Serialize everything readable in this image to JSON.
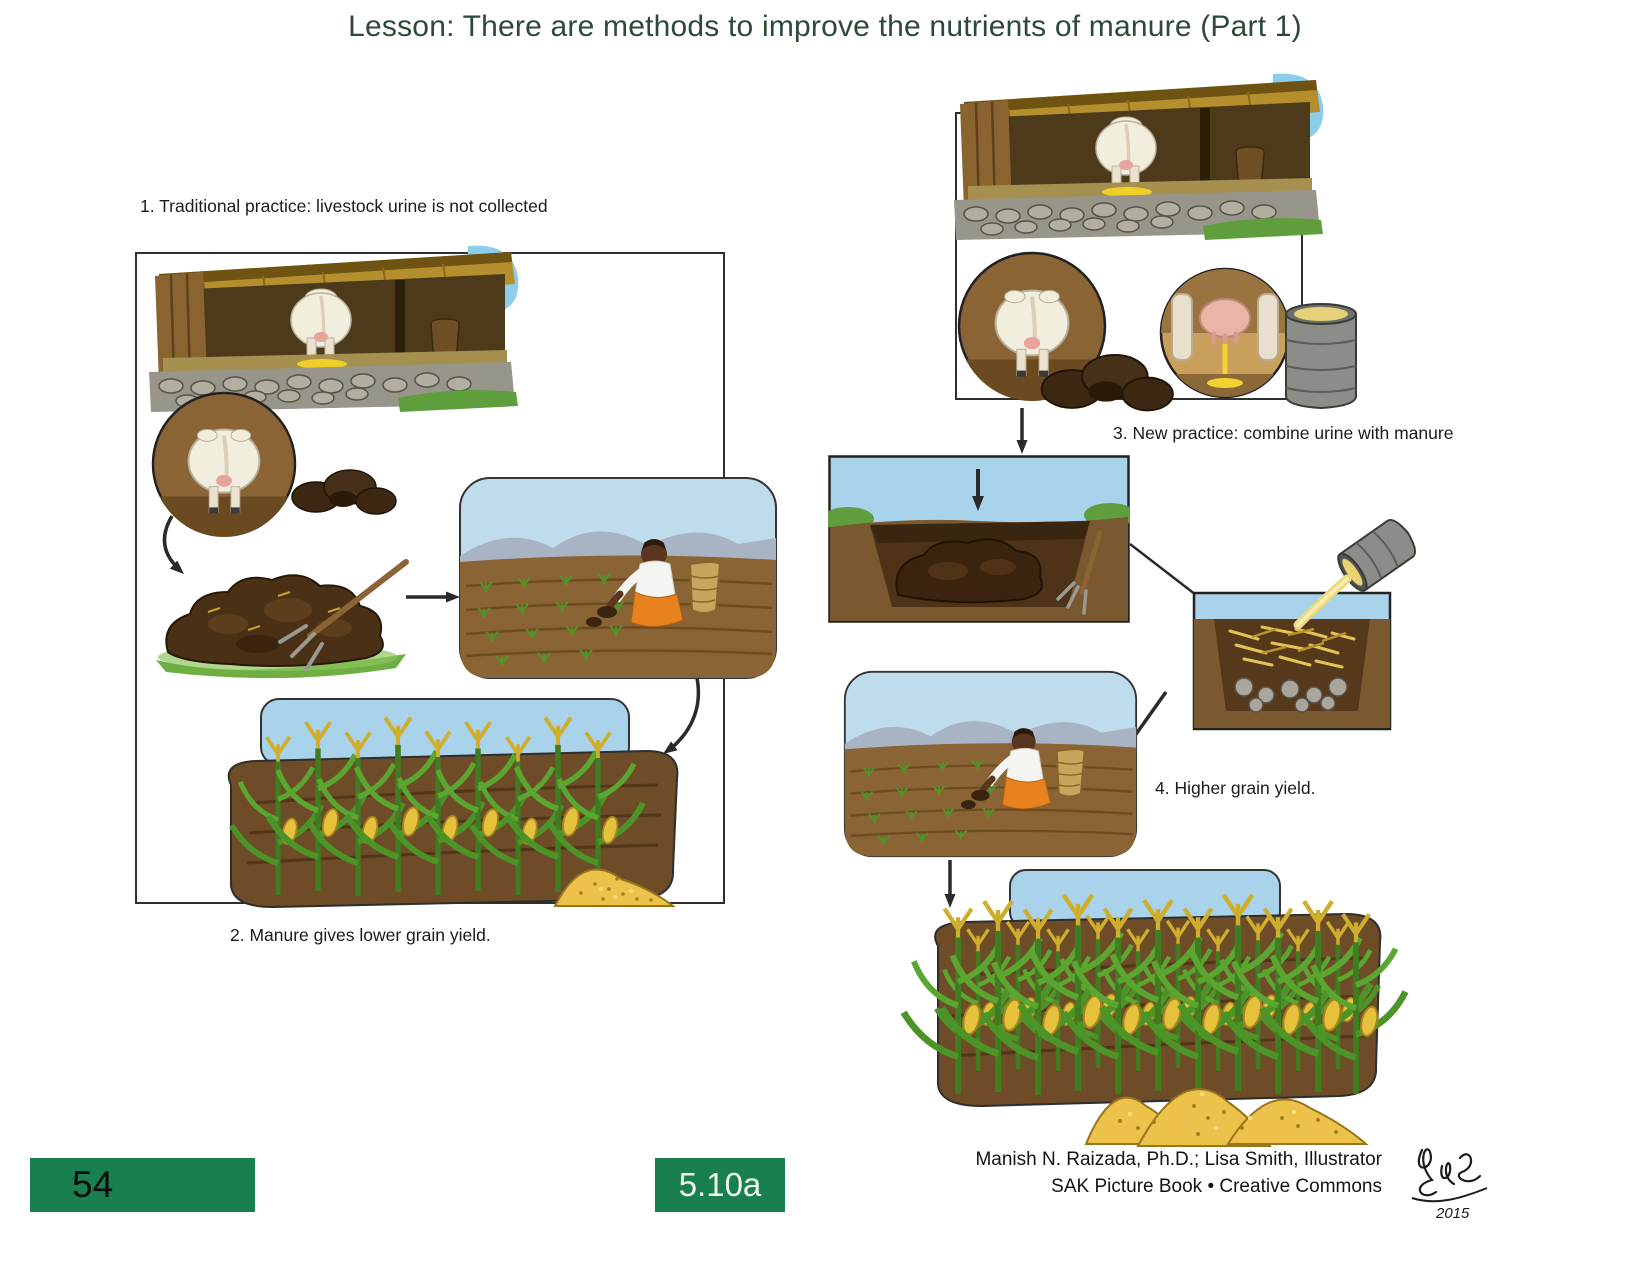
{
  "page": {
    "title": "Lesson: There are methods to improve the nutrients of manure (Part 1)"
  },
  "steps": {
    "step1": "1. Traditional practice: livestock urine is not collected",
    "step2": "2. Manure gives lower grain yield.",
    "step3": "3. New practice: combine urine with manure",
    "step4": "4. Higher grain yield."
  },
  "footer": {
    "page_number": "54",
    "figure_code": "5.10a",
    "credit_line1": "Manish N. Raizada, Ph.D.; Lisa Smith, Illustrator",
    "credit_line2": "SAK Picture Book • Creative Commons",
    "signature_year": "2015"
  },
  "colors": {
    "footer_bar": "#1a7f4e",
    "title_text": "#2d4a36",
    "arrow": "#2a2a2a",
    "soil": "#6e4c28",
    "manure": "#3a2410",
    "grain": "#ecc24a"
  },
  "icons": {
    "scenes": [
      "barn-cow-urinating-scene",
      "cow-rear-circle-inset",
      "manure-lumps",
      "manure-pile-with-pitchfork",
      "farmer-applying-manure-scene",
      "maize-field-with-grain-pile",
      "udder-urinating-circle-inset",
      "urine-collection-barrel",
      "manure-pit-scene",
      "urine-poured-on-straw-pit-scene",
      "maize-field-high-yield-three-grain-piles"
    ]
  }
}
